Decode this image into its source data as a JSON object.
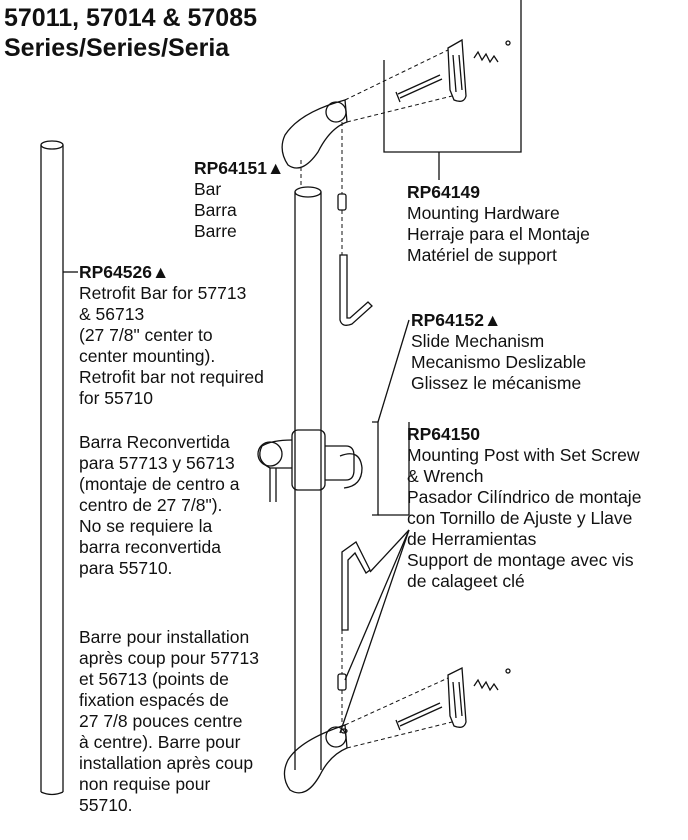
{
  "title": {
    "line1": "57011, 57014 & 57085",
    "line2": "Series/Series/Seria"
  },
  "parts": {
    "bar": {
      "part_no": "RP64151▲",
      "lines": [
        "Bar",
        "Barra",
        "Barre"
      ]
    },
    "mounting_hardware": {
      "part_no": "RP64149",
      "lines": [
        "Mounting Hardware",
        "Herraje para el Montaje",
        "Matériel de support"
      ]
    },
    "retrofit_bar": {
      "part_no": "RP64526▲",
      "en": [
        "Retrofit Bar for 57713",
        "& 56713",
        "(27 7/8\" center to",
        "center mounting).",
        "Retrofit bar not required",
        "for 55710"
      ],
      "es": [
        "Barra Reconvertida",
        "para 57713 y 56713",
        "(montaje de centro a",
        "centro de 27 7/8\").",
        "No se requiere la",
        "barra reconvertida",
        "para 55710."
      ],
      "fr": [
        "Barre pour installation",
        "après coup pour 57713",
        "et 56713 (points de",
        "fixation espacés de",
        "27 7/8 pouces centre",
        "à centre). Barre pour",
        "installation après coup",
        "non requise pour",
        "55710."
      ]
    },
    "slide_mechanism": {
      "part_no": "RP64152▲",
      "lines": [
        "Slide Mechanism",
        "Mecanismo Deslizable",
        "Glissez le mécanisme"
      ]
    },
    "mounting_post": {
      "part_no": "RP64150",
      "lines": [
        "Mounting Post with Set Screw",
        "& Wrench",
        "Pasador Cilíndrico de montaje",
        "con Tornillo de Ajuste y Llave",
        "de Herramientas",
        "Support de montage avec vis",
        "de calageet clé"
      ]
    }
  }
}
